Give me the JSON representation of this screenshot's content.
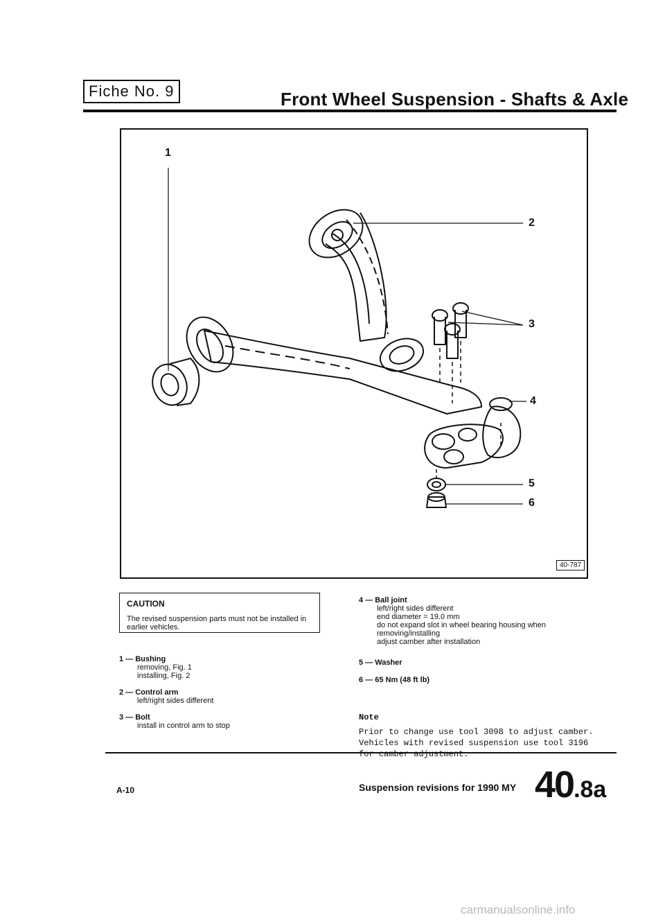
{
  "header": {
    "fiche": "Fiche No. 9",
    "title": "Front Wheel Suspension - Shafts & Axle"
  },
  "figure": {
    "callouts": [
      "1",
      "2",
      "3",
      "4",
      "5",
      "6"
    ],
    "figure_id": "40-787"
  },
  "caution": {
    "title": "CAUTION",
    "text": "The revised suspension parts must not be installed in earlier vehicles."
  },
  "items": [
    {
      "head": "1 — Bushing",
      "lines": [
        "removing, Fig. 1",
        "installing, Fig. 2"
      ]
    },
    {
      "head": "2 — Control arm",
      "lines": [
        "left/right sides different"
      ]
    },
    {
      "head": "3 — Bolt",
      "lines": [
        "install in control arm to stop"
      ]
    },
    {
      "head": "4 — Ball joint",
      "lines": [
        "left/right sides different",
        "end diameter = 19.0 mm",
        "do not expand slot in wheel bearing housing when removing/installing",
        "adjust camber after installation"
      ]
    },
    {
      "head": "5 — Washer",
      "lines": []
    },
    {
      "head": "6 — 65 Nm (48 ft lb)",
      "lines": []
    }
  ],
  "note": {
    "label": "Note",
    "text": "Prior to change use tool 3098 to adjust camber. Vehicles with revised suspension use tool 3196 for camber adjustment."
  },
  "footer": {
    "page_ref": "A-10",
    "text": "Suspension revisions for 1990 MY",
    "section_number": "40",
    "section_suffix": ".8a"
  },
  "watermark": "carmanualsonline.info"
}
